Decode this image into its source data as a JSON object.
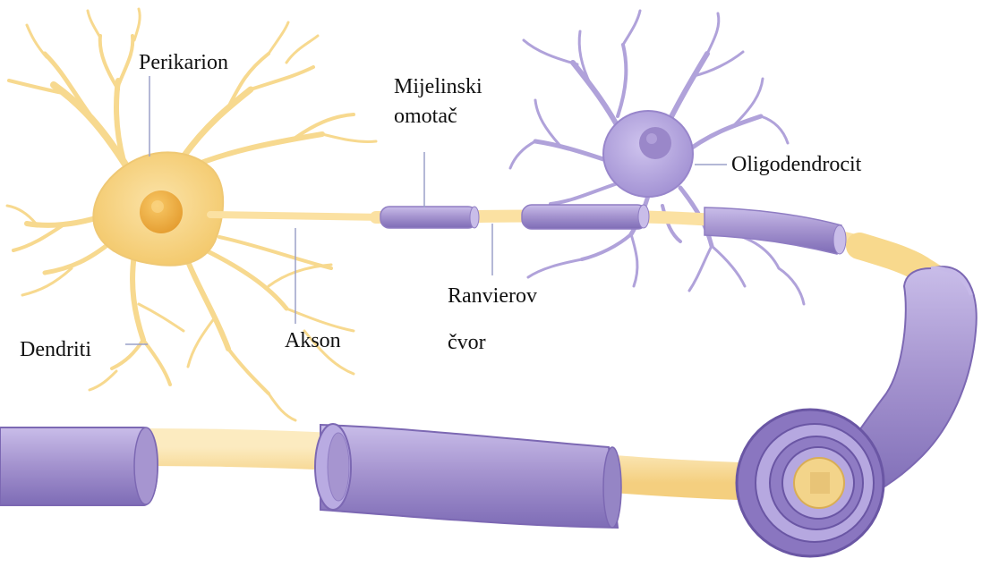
{
  "labels": {
    "perikarion": "Perikarion",
    "mijelinski_line1": "Mijelinski",
    "mijelinski_line2": "omotač",
    "oligodendrocit": "Oligodendrocit",
    "ranvierov_line1": "Ranvierov",
    "ranvierov_line2": "čvor",
    "akson": "Akson",
    "dendriti": "Dendriti"
  },
  "colors": {
    "neuron_fill": "#f7d589",
    "neuron_dark": "#eab957",
    "axon": "#fbe1a2",
    "myelin": "#a695d0",
    "myelin_dark": "#7c68b3",
    "myelin_light": "#c3b6e3",
    "oligo_fill": "#b4a6dc",
    "leader_line": "#9aa0c8"
  }
}
